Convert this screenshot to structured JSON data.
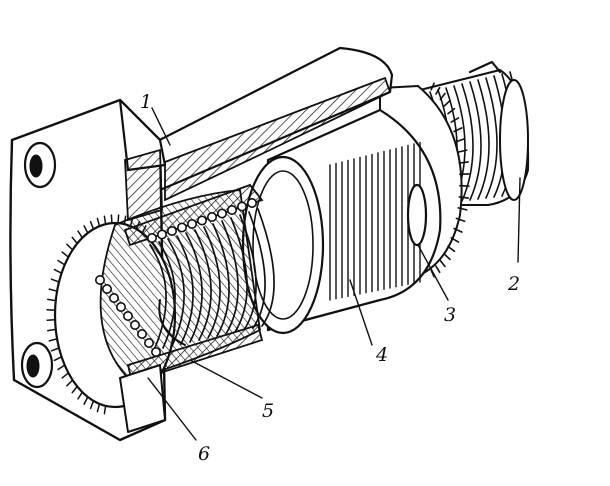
{
  "diagram": {
    "subject": "ball-screw-assembly",
    "callouts": [
      {
        "id": "part-1",
        "label": "1"
      },
      {
        "id": "part-2",
        "label": "2"
      },
      {
        "id": "part-3",
        "label": "3"
      },
      {
        "id": "part-4",
        "label": "4"
      },
      {
        "id": "part-5",
        "label": "5"
      },
      {
        "id": "part-6",
        "label": "6"
      }
    ]
  }
}
